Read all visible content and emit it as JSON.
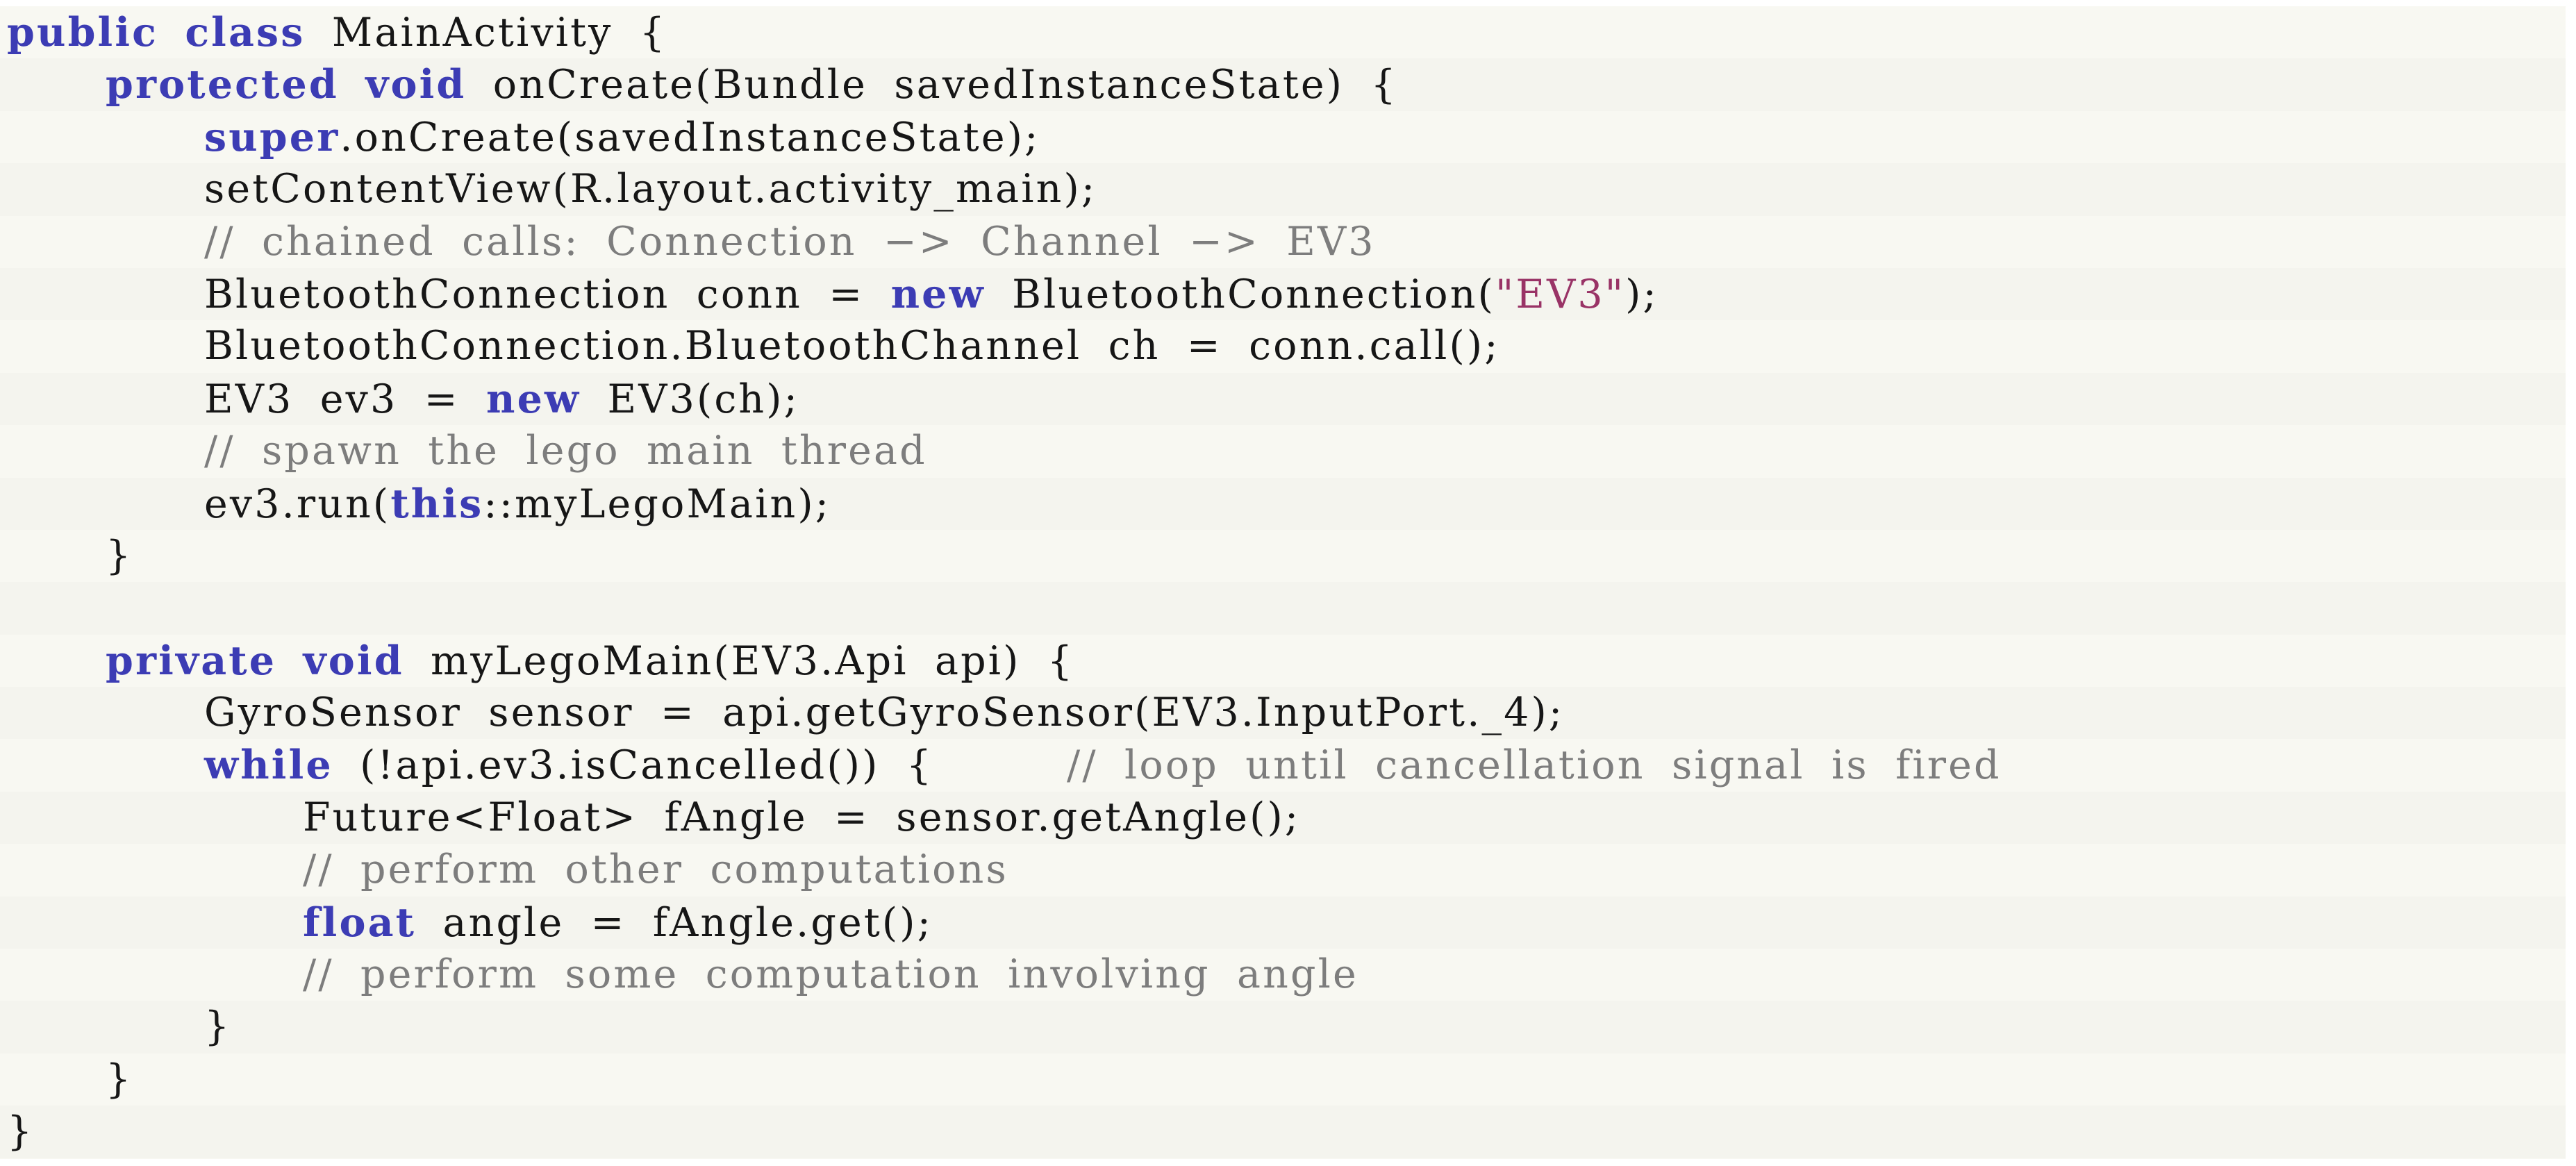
{
  "colors": {
    "page_background": "#ffffff",
    "listing_background": "#f8f8f2",
    "listing_background_alt": "#f4f4ee",
    "keyword": "#3c3cb4",
    "string": "#993366",
    "comment": "#7d7d7d",
    "code_text": "#161616"
  },
  "listing": {
    "lines": [
      {
        "indent": 0,
        "tokens": [
          {
            "t": "public",
            "s": "kw"
          },
          {
            "t": " ",
            "s": "p"
          },
          {
            "t": "class",
            "s": "kw"
          },
          {
            "t": " MainActivity {",
            "s": "p"
          }
        ]
      },
      {
        "indent": 1,
        "tokens": [
          {
            "t": "protected",
            "s": "kw"
          },
          {
            "t": " ",
            "s": "p"
          },
          {
            "t": "void",
            "s": "kw"
          },
          {
            "t": " onCreate(Bundle savedInstanceState) {",
            "s": "p"
          }
        ]
      },
      {
        "indent": 2,
        "tokens": [
          {
            "t": "super",
            "s": "kw"
          },
          {
            "t": ".onCreate(savedInstanceState);",
            "s": "p"
          }
        ]
      },
      {
        "indent": 2,
        "tokens": [
          {
            "t": "setContentView(R.layout.activity_main);",
            "s": "p"
          }
        ]
      },
      {
        "indent": 2,
        "tokens": [
          {
            "t": "// chained calls: Connection −> Channel −> EV3",
            "s": "c"
          }
        ]
      },
      {
        "indent": 2,
        "tokens": [
          {
            "t": "BluetoothConnection conn = ",
            "s": "p"
          },
          {
            "t": "new",
            "s": "kw"
          },
          {
            "t": " BluetoothConnection(",
            "s": "p"
          },
          {
            "t": "\"EV3\"",
            "s": "str"
          },
          {
            "t": ");",
            "s": "p"
          }
        ]
      },
      {
        "indent": 2,
        "tokens": [
          {
            "t": "BluetoothConnection.BluetoothChannel ch = conn.call();",
            "s": "p"
          }
        ]
      },
      {
        "indent": 2,
        "tokens": [
          {
            "t": "EV3 ev3 = ",
            "s": "p"
          },
          {
            "t": "new",
            "s": "kw"
          },
          {
            "t": " EV3(ch);",
            "s": "p"
          }
        ]
      },
      {
        "indent": 2,
        "tokens": [
          {
            "t": "// spawn the lego main thread",
            "s": "c"
          }
        ]
      },
      {
        "indent": 2,
        "tokens": [
          {
            "t": "ev3.run(",
            "s": "p"
          },
          {
            "t": "this",
            "s": "kw"
          },
          {
            "t": "::myLegoMain);",
            "s": "p"
          }
        ]
      },
      {
        "indent": 1,
        "tokens": [
          {
            "t": "}",
            "s": "p"
          }
        ]
      },
      {
        "indent": 0,
        "tokens": []
      },
      {
        "indent": 1,
        "tokens": [
          {
            "t": "private",
            "s": "kw"
          },
          {
            "t": " ",
            "s": "p"
          },
          {
            "t": "void",
            "s": "kw"
          },
          {
            "t": " myLegoMain(EV3.Api api) {",
            "s": "p"
          }
        ]
      },
      {
        "indent": 2,
        "tokens": [
          {
            "t": "GyroSensor sensor = api.getGyroSensor(EV3.InputPort._4);",
            "s": "p"
          }
        ]
      },
      {
        "indent": 2,
        "tokens": [
          {
            "t": "while",
            "s": "kw"
          },
          {
            "t": " (!api.ev3.isCancelled()) {     ",
            "s": "p"
          },
          {
            "t": "// loop until cancellation signal is fired",
            "s": "c"
          }
        ]
      },
      {
        "indent": 3,
        "tokens": [
          {
            "t": "Future<Float> fAngle = sensor.getAngle();",
            "s": "p"
          }
        ]
      },
      {
        "indent": 3,
        "tokens": [
          {
            "t": "// perform other computations",
            "s": "c"
          }
        ]
      },
      {
        "indent": 3,
        "tokens": [
          {
            "t": "float",
            "s": "kw"
          },
          {
            "t": " angle = fAngle.get();",
            "s": "p"
          }
        ]
      },
      {
        "indent": 3,
        "tokens": [
          {
            "t": "// perform some computation involving angle",
            "s": "c"
          }
        ]
      },
      {
        "indent": 2,
        "tokens": [
          {
            "t": "}",
            "s": "p"
          }
        ]
      },
      {
        "indent": 1,
        "tokens": [
          {
            "t": "}",
            "s": "p"
          }
        ]
      },
      {
        "indent": 0,
        "tokens": [
          {
            "t": "}",
            "s": "p"
          }
        ]
      }
    ]
  }
}
